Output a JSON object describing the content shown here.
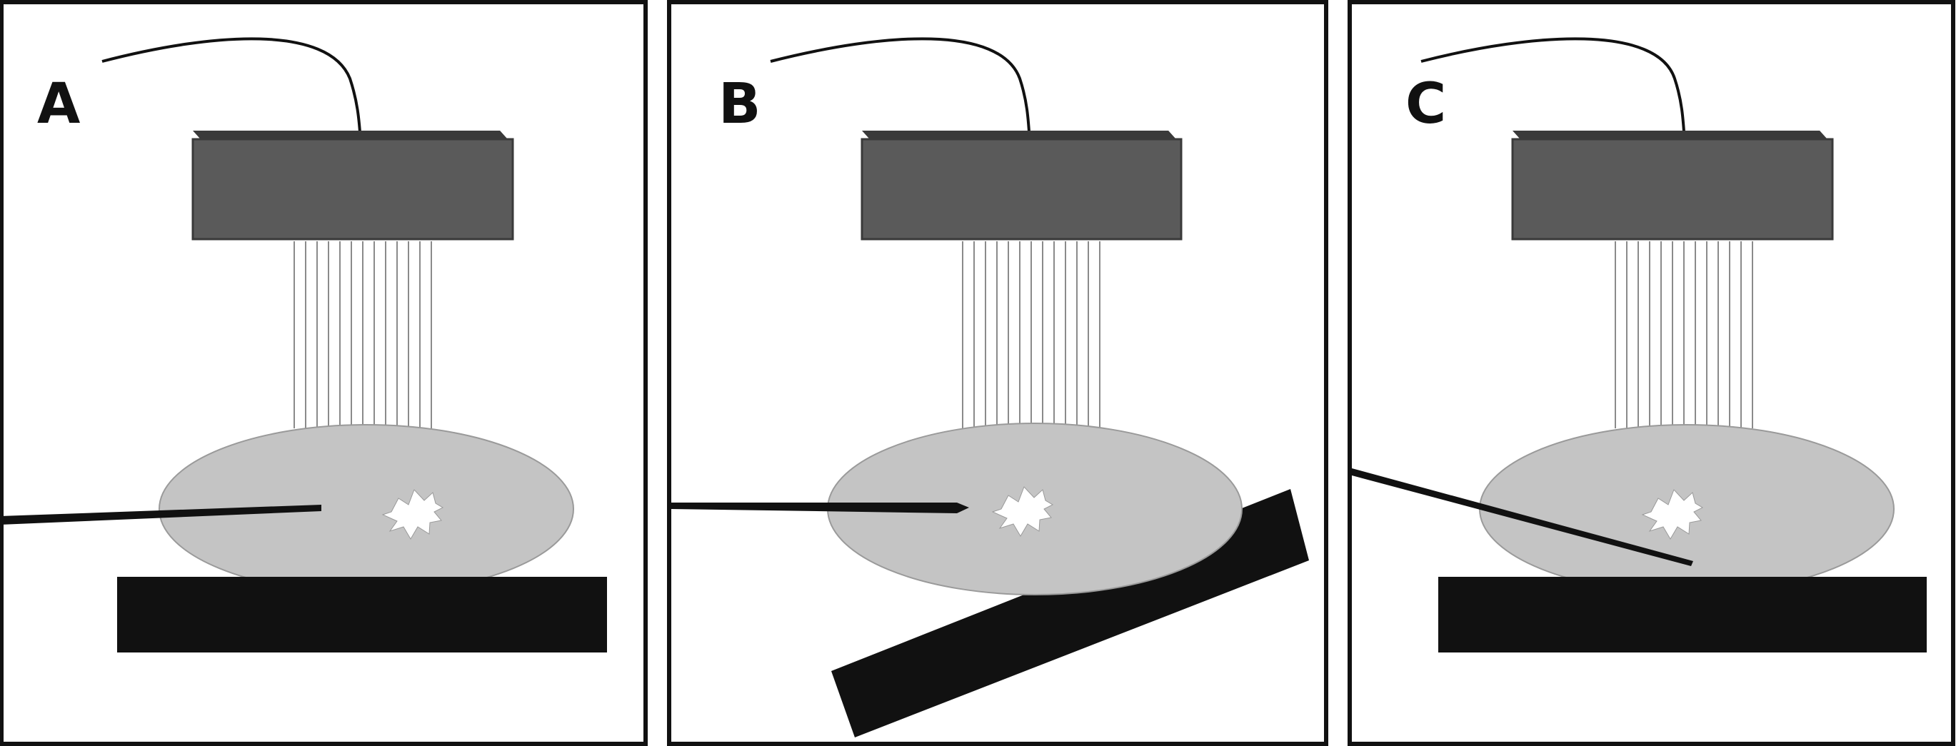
{
  "figure": {
    "panels": [
      {
        "id": "A",
        "label": "A"
      },
      {
        "id": "B",
        "label": "B"
      },
      {
        "id": "C",
        "label": "C"
      }
    ]
  },
  "colors": {
    "background": "#ffffff",
    "frame": "#111111",
    "detector": "#5a5a5a",
    "detector_edge": "#3a3a3a",
    "beam": "#8a8a8a",
    "sample": "#c4c4c4",
    "sample_edge": "#9a9a9a",
    "stage": "#111111",
    "probe": "#111111",
    "spot": "#ffffff",
    "label": "#111111"
  }
}
